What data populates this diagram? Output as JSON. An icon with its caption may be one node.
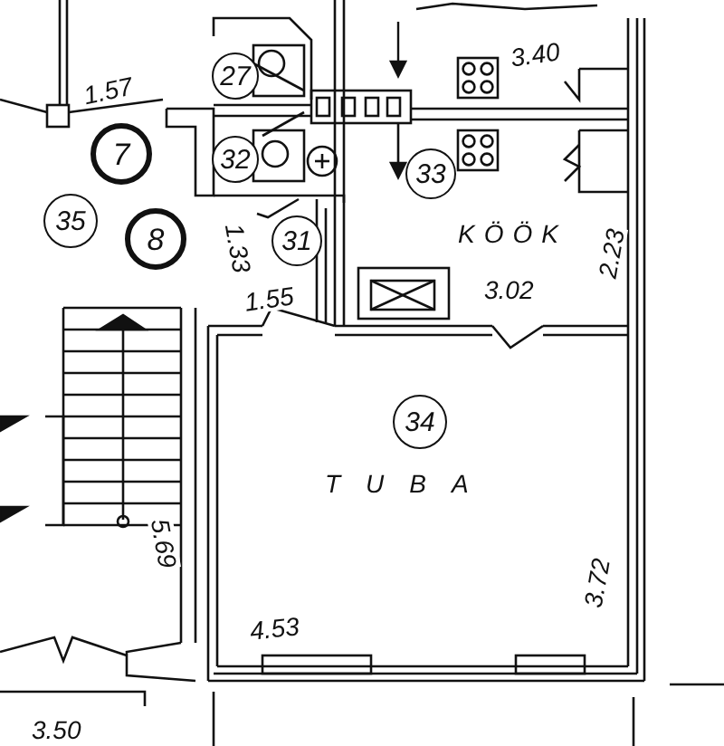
{
  "diagram": {
    "labels": [
      "1.57",
      "27",
      "7",
      "32",
      "3.40",
      "33",
      "35",
      "8",
      "31",
      "1.33",
      "KÖÖK",
      "2.23",
      "1.55",
      "3.02",
      "34",
      "TUBA",
      "5.69",
      "4.53",
      "3.72",
      "3.50"
    ]
  }
}
